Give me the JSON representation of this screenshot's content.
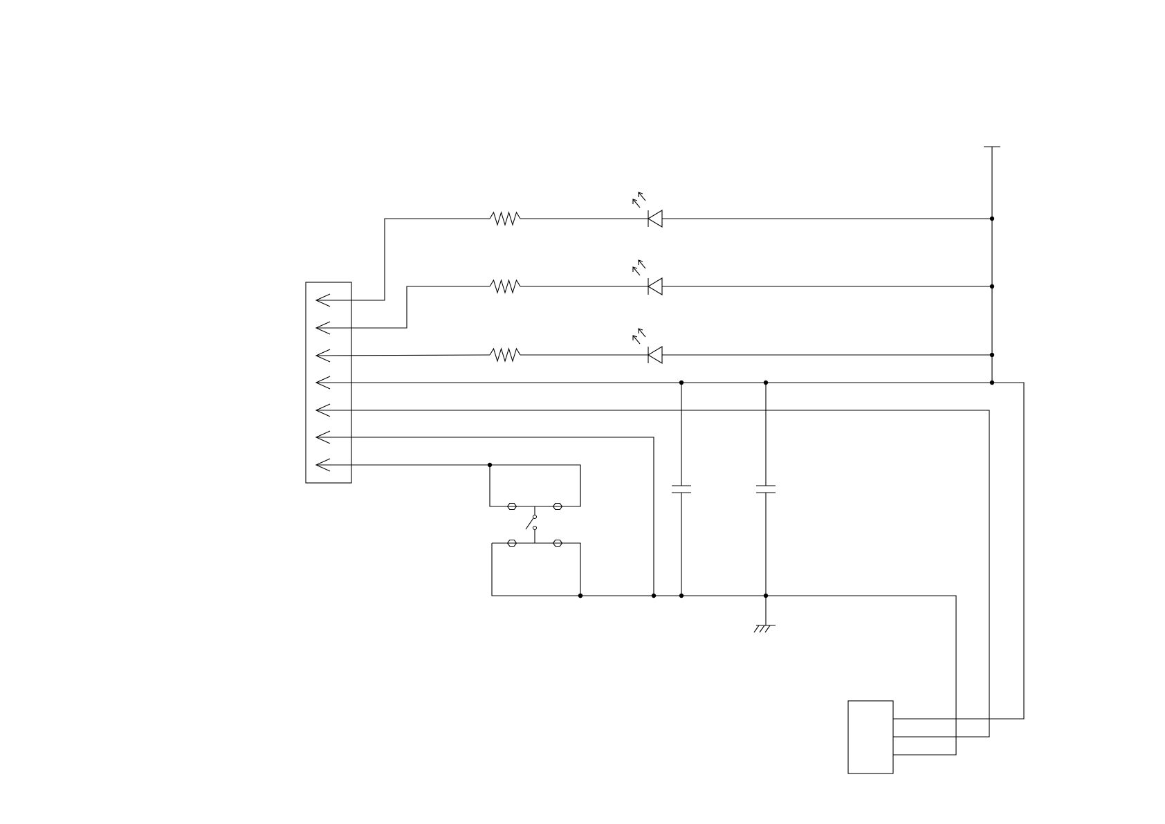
{
  "diagram": {
    "type": "circuit-schematic",
    "colors": {
      "line": "#000000",
      "background": "#ffffff"
    },
    "components": [
      {
        "id": "J1",
        "kind": "connector",
        "pins": 7
      },
      {
        "id": "R1",
        "kind": "resistor"
      },
      {
        "id": "R2",
        "kind": "resistor"
      },
      {
        "id": "R3",
        "kind": "resistor"
      },
      {
        "id": "D1",
        "kind": "led"
      },
      {
        "id": "D2",
        "kind": "led"
      },
      {
        "id": "D3",
        "kind": "led"
      },
      {
        "id": "C1",
        "kind": "capacitor"
      },
      {
        "id": "C2",
        "kind": "capacitor"
      },
      {
        "id": "SW1",
        "kind": "pushbutton-switch"
      },
      {
        "id": "U1",
        "kind": "three-pin-module"
      },
      {
        "id": "VCC",
        "kind": "power-rail"
      },
      {
        "id": "GND",
        "kind": "chassis-ground"
      }
    ],
    "labels": []
  }
}
